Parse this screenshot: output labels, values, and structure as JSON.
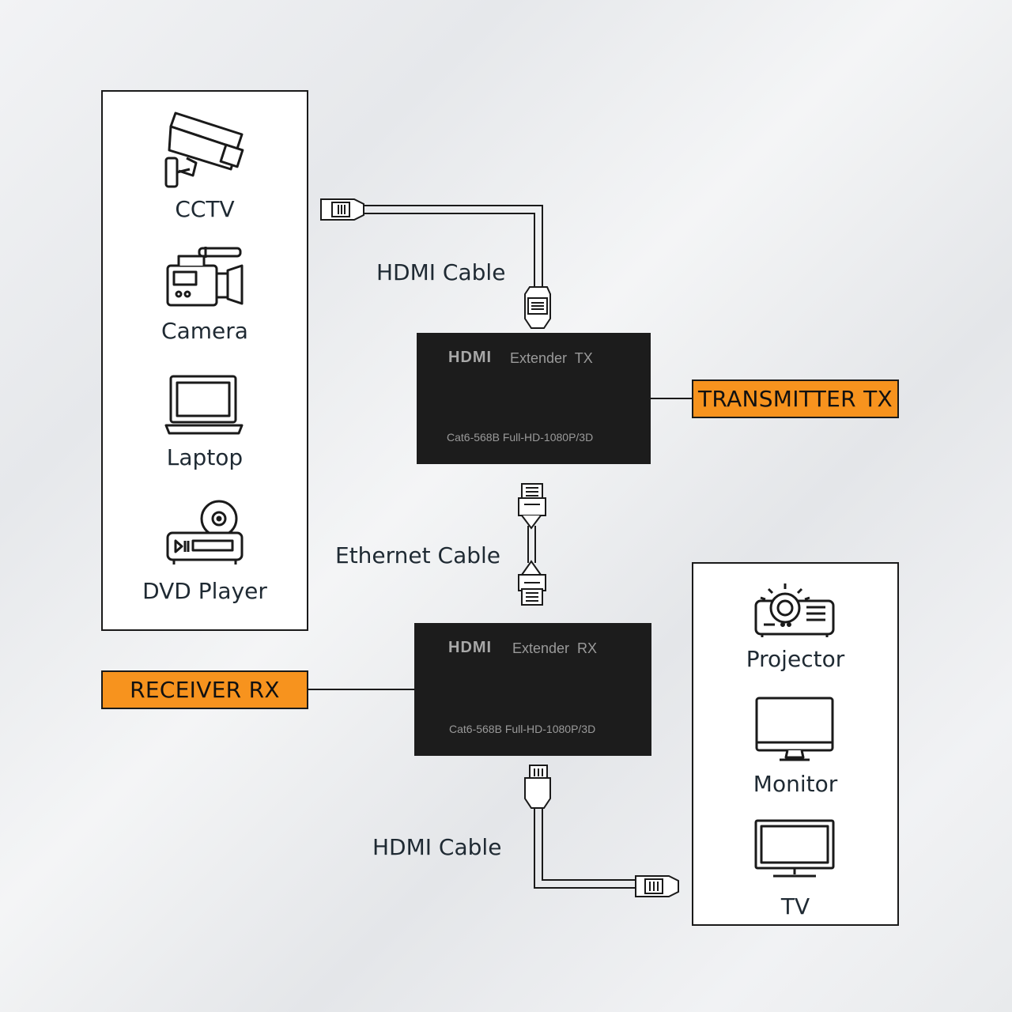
{
  "sources": {
    "items": [
      {
        "label": "CCTV",
        "icon": "cctv-camera-icon"
      },
      {
        "label": "Camera",
        "icon": "video-camera-icon"
      },
      {
        "label": "Laptop",
        "icon": "laptop-icon"
      },
      {
        "label": "DVD Player",
        "icon": "dvd-player-icon"
      }
    ]
  },
  "displays": {
    "items": [
      {
        "label": "Projector",
        "icon": "projector-icon"
      },
      {
        "label": "Monitor",
        "icon": "monitor-icon"
      },
      {
        "label": "TV",
        "icon": "tv-icon"
      }
    ]
  },
  "cables": {
    "hdmi_top": "HDMI Cable",
    "ethernet": "Ethernet Cable",
    "hdmi_bottom": "HDMI Cable"
  },
  "tx": {
    "logo": "HDMI",
    "title": "Extender  TX",
    "spec": "Cat6-568B Full-HD-1080P/3D",
    "badge": "TRANSMITTER TX"
  },
  "rx": {
    "logo": "HDMI",
    "title": "Extender  RX",
    "spec": "Cat6-568B Full-HD-1080P/3D",
    "badge": "RECEIVER RX"
  },
  "colors": {
    "badge": "#f7931e",
    "device_box": "#1c1c1c",
    "line": "#1a1a1a"
  }
}
